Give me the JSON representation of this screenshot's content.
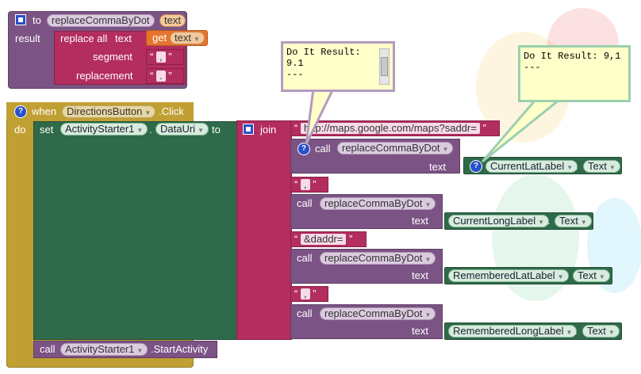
{
  "procedure": {
    "to_label": "to",
    "name": "replaceCommaByDot",
    "param": "text",
    "result_label": "result",
    "replace_all_label": "replace all",
    "text_label": "text",
    "get_label": "get",
    "get_value": "text",
    "segment_label": "segment",
    "segment_value": ",",
    "replacement_label": "replacement",
    "replacement_value": "."
  },
  "event": {
    "when_label": "when",
    "component": "DirectionsButton",
    "event_name": ".Click",
    "do_label": "do",
    "set_label": "set",
    "set_component": "ActivityStarter1",
    "dot": ".",
    "set_property": "DataUri",
    "to_label": "to",
    "join_label": "join",
    "call_label": "call",
    "call_component": "ActivityStarter1",
    "call_method": ".StartActivity"
  },
  "join_items": {
    "url": "http://maps.google.com/maps?saddr=",
    "comma": ",",
    "daddr": "&daddr=",
    "comma2": ",",
    "call_label": "call",
    "func": "replaceCommaByDot",
    "text_label": "text",
    "lat1_component": "CurrentLatLabel",
    "long1_component": "CurrentLongLabel",
    "lat2_component": "RememberedLatLabel",
    "long2_component": "RememberedLongLabel",
    "prop": "Text",
    "dot": "."
  },
  "tooltips": {
    "first": {
      "line1": "Do It Result:",
      "line2": "9.1",
      "line3": "---"
    },
    "second": {
      "line1": "Do It Result: 9,1",
      "line2": "---"
    }
  },
  "colors": {
    "procedure": "#7c5385",
    "text": "#b32d5e",
    "control": "#c0a033",
    "component": "#2f6a4a",
    "get": "#e7742c",
    "tooltip_bg": "#ffffc9"
  },
  "icons": {
    "procedure": "square-icon",
    "help": "question-icon",
    "dropdown": "triangle-down-icon"
  }
}
